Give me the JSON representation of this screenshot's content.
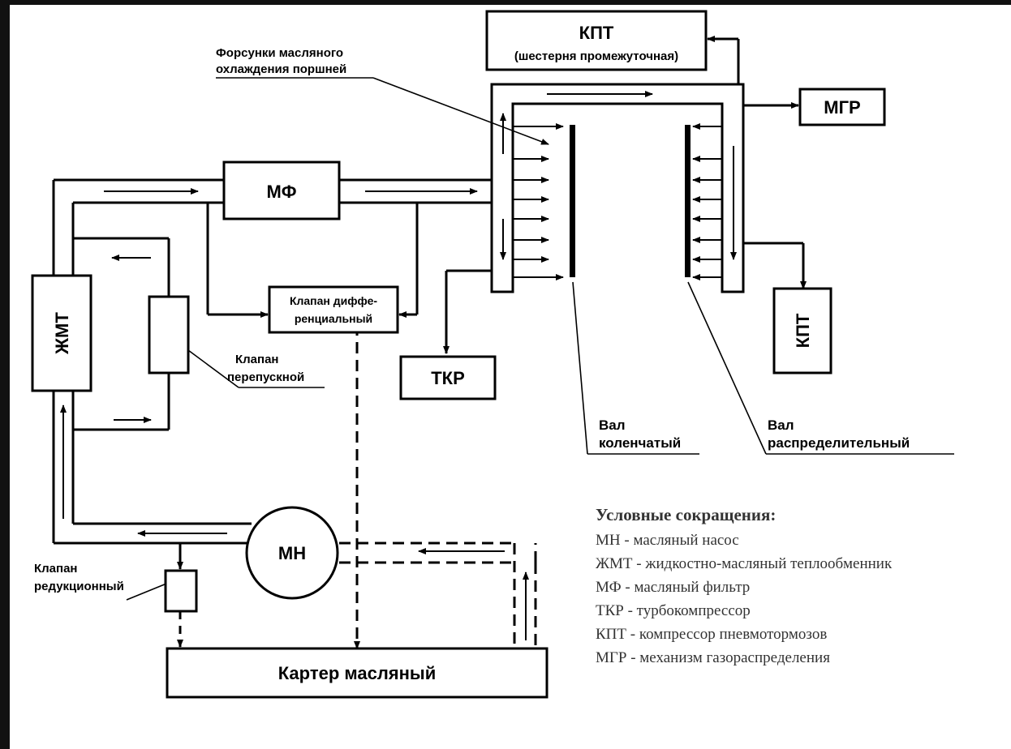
{
  "boxes": {
    "kpt_top_title": "КПТ",
    "kpt_top_sub": "(шестерня промежуточная)",
    "mgr": "МГР",
    "mf": "МФ",
    "zhmt": "ЖМТ",
    "diff_valve_line1": "Клапан диффе-",
    "diff_valve_line2": "ренциальный",
    "tkr": "ТКР",
    "kpt_right": "КПТ",
    "mn": "МН",
    "carter": "Картер масляный"
  },
  "notes": {
    "nozzles_line1": "Форсунки масляного",
    "nozzles_line2": "охлаждения поршней",
    "bypass_line1": "Клапан",
    "bypass_line2": "перепускной",
    "reduction_line1": "Клапан",
    "reduction_line2": "редукционный",
    "crankshaft_line1": "Вал",
    "crankshaft_line2": "коленчатый",
    "camshaft_line1": "Вал",
    "camshaft_line2": "распределительный"
  },
  "legend": {
    "title": "Условные сокращения:",
    "items": [
      "МН - масляный насос",
      "ЖМТ - жидкостно-масляный теплообменник",
      "МФ - масляный фильтр",
      "ТКР - турбокомпрессор",
      "КПТ - компрессор пневмотормозов",
      "МГР - механизм газораспределения"
    ]
  }
}
